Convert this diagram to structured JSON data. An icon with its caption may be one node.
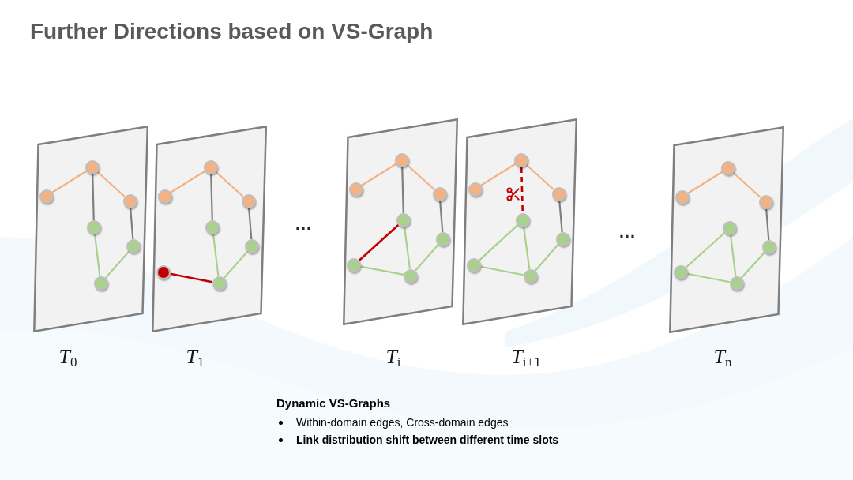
{
  "diagram": {
    "title": "Further Directions based on VS-Graph",
    "nodes": [
      {
        "text": [],
        "shape": "parallelogram",
        "beside": [
          "T$_{0}$"
        ]
      },
      {
        "text": [],
        "shape": "circle",
        "in": 0
      },
      {
        "text": [],
        "shape": "circle",
        "in": 0
      },
      {
        "text": [],
        "shape": "circle",
        "in": 0
      },
      {
        "text": [],
        "shape": "circle",
        "in": 0
      },
      {
        "text": [],
        "shape": "circle",
        "in": 0
      },
      {
        "text": [],
        "shape": "circle",
        "in": 0
      },
      {
        "text": [],
        "shape": "parallelogram",
        "beside": [
          "T$_{1}$"
        ]
      },
      {
        "text": [],
        "shape": "circle",
        "in": 7
      },
      {
        "text": [],
        "shape": "circle",
        "in": 7
      },
      {
        "text": [],
        "shape": "circle",
        "in": 7
      },
      {
        "text": [],
        "shape": "circle",
        "in": 7
      },
      {
        "text": [],
        "shape": "circle",
        "in": 7
      },
      {
        "text": [],
        "shape": "circle",
        "in": 7
      },
      {
        "text": [],
        "shape": "circle",
        "in": 7
      },
      {
        "text": [],
        "shape": "parallelogram",
        "beside": [
          "T$_{i}$"
        ]
      },
      {
        "text": [],
        "shape": "circle",
        "in": 15
      },
      {
        "text": [],
        "shape": "circle",
        "in": 15
      },
      {
        "text": [],
        "shape": "circle",
        "in": 15
      },
      {
        "text": [],
        "shape": "circle",
        "in": 15
      },
      {
        "text": [],
        "shape": "circle",
        "in": 15
      },
      {
        "text": [],
        "shape": "circle",
        "in": 15
      },
      {
        "text": [],
        "shape": "circle",
        "in": 15
      },
      {
        "text": [],
        "shape": "parallelogram",
        "beside": [
          "T$_{i+1}$"
        ]
      },
      {
        "text": [],
        "shape": "circle",
        "in": 23
      },
      {
        "text": [],
        "shape": "circle",
        "in": 23
      },
      {
        "text": [],
        "shape": "circle",
        "in": 23
      },
      {
        "text": [],
        "shape": "circle",
        "in": 23
      },
      {
        "text": [],
        "shape": "circle",
        "in": 23
      },
      {
        "text": [],
        "shape": "circle",
        "in": 23
      },
      {
        "text": [],
        "shape": "circle",
        "in": 23
      },
      {
        "text": [],
        "shape": "parallelogram",
        "beside": [
          "T$_{n}$"
        ]
      },
      {
        "text": [],
        "shape": "circle",
        "in": 31
      },
      {
        "text": [],
        "shape": "circle",
        "in": 31
      },
      {
        "text": [],
        "shape": "circle",
        "in": 31
      },
      {
        "text": [],
        "shape": "circle",
        "in": 31
      },
      {
        "text": [],
        "shape": "circle",
        "in": 31
      },
      {
        "text": [],
        "shape": "circle",
        "in": 31
      },
      {
        "text": [],
        "shape": "circle",
        "in": 31
      }
    ],
    "edges": [
      {
        "from": 1,
        "to": 2,
        "arrow": "none",
        "color": "#f4b183"
      },
      {
        "from": 1,
        "to": 3,
        "arrow": "none",
        "color": "#f4b183"
      },
      {
        "from": 1,
        "to": 4,
        "arrow": "none",
        "color": "#7f7f7f"
      },
      {
        "from": 3,
        "to": 5,
        "arrow": "none",
        "color": "#7f7f7f"
      },
      {
        "from": 4,
        "to": 6,
        "arrow": "none"
      },
      {
        "from": 5,
        "to": 6,
        "arrow": "none"
      },
      {
        "from": 8,
        "to": 9,
        "arrow": "none",
        "color": "#f4b183"
      },
      {
        "from": 8,
        "to": 10,
        "arrow": "none",
        "color": "#f4b183"
      },
      {
        "from": 8,
        "to": 11,
        "arrow": "none",
        "color": "#7f7f7f"
      },
      {
        "from": 10,
        "to": 12,
        "arrow": "none",
        "color": "#7f7f7f"
      },
      {
        "from": 11,
        "to": 14,
        "arrow": "none"
      },
      {
        "from": 12,
        "to": 14,
        "arrow": "none"
      },
      {
        "from": 13,
        "to": 14,
        "arrow": "none",
        "color": "#c00000"
      },
      {
        "from": 16,
        "to": 17,
        "arrow": "none",
        "color": "#f4b183"
      },
      {
        "from": 16,
        "to": 18,
        "arrow": "none",
        "color": "#f4b183"
      },
      {
        "from": 16,
        "to": 19,
        "arrow": "none",
        "color": "#7f7f7f"
      },
      {
        "from": 18,
        "to": 20,
        "arrow": "none",
        "color": "#7f7f7f"
      },
      {
        "from": 19,
        "to": 22,
        "arrow": "none"
      },
      {
        "from": 20,
        "to": 22,
        "arrow": "none"
      },
      {
        "from": 21,
        "to": 22,
        "arrow": "none"
      },
      {
        "from": 21,
        "to": 19,
        "arrow": "none",
        "color": "#c00000"
      },
      {
        "from": 24,
        "to": 25,
        "arrow": "none",
        "color": "#f4b183"
      },
      {
        "from": 24,
        "to": 26,
        "arrow": "none",
        "color": "#f4b183"
      },
      {
        "from": 24,
        "to": 27,
        "arrow": "none",
        "style": "dashed",
        "color": "#c00000"
      },
      {
        "from": 26,
        "to": 28,
        "arrow": "none",
        "color": "#7f7f7f"
      },
      {
        "from": 29,
        "to": 27,
        "arrow": "none"
      },
      {
        "from": 27,
        "to": 30,
        "arrow": "none"
      },
      {
        "from": 29,
        "to": 30,
        "arrow": "none"
      },
      {
        "from": 28,
        "to": 30,
        "arrow": "none"
      },
      {
        "from": 32,
        "to": 33,
        "arrow": "none",
        "color": "#f4b183"
      },
      {
        "from": 32,
        "to": 34,
        "arrow": "none",
        "color": "#f4b183"
      },
      {
        "from": 34,
        "to": 36,
        "arrow": "none",
        "color": "#7f7f7f"
      },
      {
        "from": 37,
        "to": 35,
        "arrow": "none"
      },
      {
        "from": 35,
        "to": 38,
        "arrow": "none"
      },
      {
        "from": 37,
        "to": 38,
        "arrow": "none"
      },
      {
        "from": 36,
        "to": 38,
        "arrow": "none"
      }
    ],
    "labels": [
      "…",
      "…",
      "Dynamic VS-Graphs",
      "Within-domain edges, Cross-domain edges",
      "Link distribution shift between different time slots"
    ]
  }
}
